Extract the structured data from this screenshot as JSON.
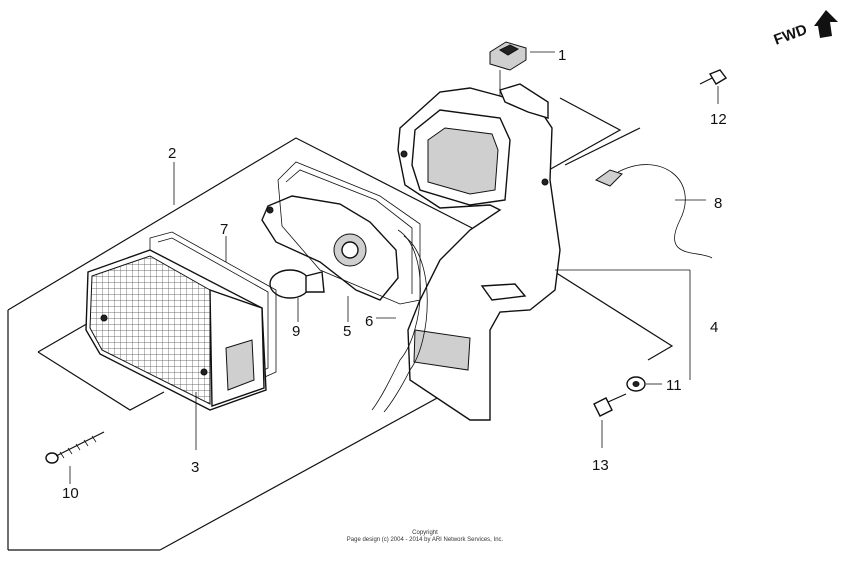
{
  "direction_marker": {
    "label": "FWD"
  },
  "callouts": [
    "1",
    "2",
    "3",
    "4",
    "5",
    "6",
    "7",
    "8",
    "9",
    "10",
    "11",
    "12",
    "13"
  ],
  "footer": {
    "line1": "Copyright",
    "line2": "Page design (c) 2004 - 2014 by ARI Network Services, Inc."
  }
}
